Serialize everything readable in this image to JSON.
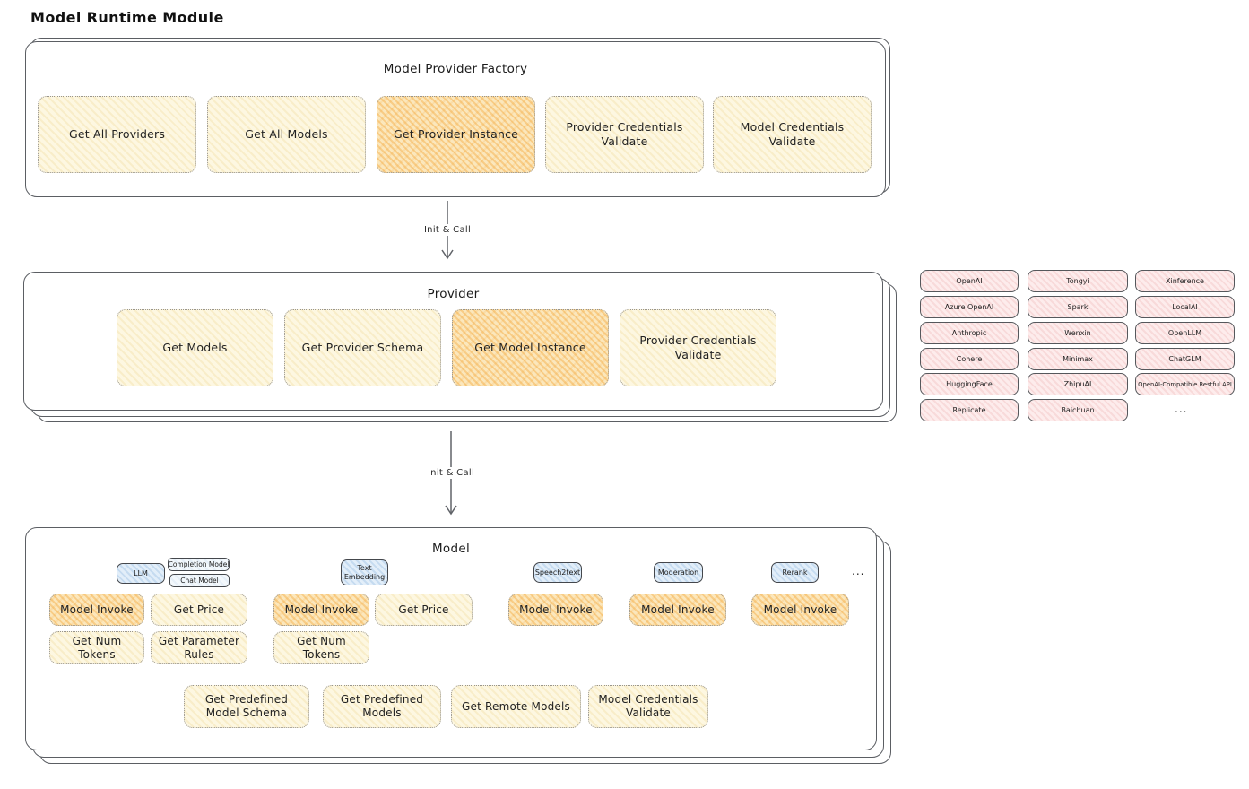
{
  "title": "Model Runtime Module",
  "factory": {
    "title": "Model Provider Factory",
    "buttons": [
      {
        "label": "Get All Providers",
        "highlighted": false
      },
      {
        "label": "Get All Models",
        "highlighted": false
      },
      {
        "label": "Get Provider Instance",
        "highlighted": true
      },
      {
        "label": "Provider Credentials Validate",
        "highlighted": false
      },
      {
        "label": "Model Credentials Validate",
        "highlighted": false
      }
    ]
  },
  "arrows": [
    {
      "label": "Init & Call"
    },
    {
      "label": "Init & Call"
    }
  ],
  "provider": {
    "title": "Provider",
    "buttons": [
      {
        "label": "Get Models",
        "highlighted": false
      },
      {
        "label": "Get Provider Schema",
        "highlighted": false
      },
      {
        "label": "Get Model Instance",
        "highlighted": true
      },
      {
        "label": "Provider Credentials Validate",
        "highlighted": false
      }
    ]
  },
  "provider_list": {
    "items": [
      "OpenAI",
      "Tongyi",
      "Xinference",
      "Azure OpenAI",
      "Spark",
      "LocalAI",
      "Anthropic",
      "Wenxin",
      "OpenLLM",
      "Cohere",
      "Minimax",
      "ChatGLM",
      "HuggingFace",
      "ZhipuAI",
      "OpenAI-Compatible Restful API",
      "Replicate",
      "Baichuan"
    ],
    "more": "..."
  },
  "model": {
    "title": "Model",
    "tabs": [
      {
        "label": "LLM",
        "style": "blue"
      },
      {
        "label": "Completion Model",
        "style": "plain"
      },
      {
        "label": "Chat Model",
        "style": "plain"
      },
      {
        "label": "Text Embedding",
        "style": "blue"
      },
      {
        "label": "Speech2text",
        "style": "blue"
      },
      {
        "label": "Moderation",
        "style": "blue"
      },
      {
        "label": "Rerank",
        "style": "blue"
      }
    ],
    "tabs_more": "...",
    "buttons": [
      {
        "label": "Model Invoke",
        "highlighted": true
      },
      {
        "label": "Get Price",
        "highlighted": false
      },
      {
        "label": "Get Num Tokens",
        "highlighted": false
      },
      {
        "label": "Get Parameter Rules",
        "highlighted": false
      },
      {
        "label": "Model Invoke",
        "highlighted": true
      },
      {
        "label": "Get Price",
        "highlighted": false
      },
      {
        "label": "Get Num Tokens",
        "highlighted": false
      },
      {
        "label": "Model Invoke",
        "highlighted": true
      },
      {
        "label": "Model Invoke",
        "highlighted": true
      },
      {
        "label": "Model Invoke",
        "highlighted": true
      },
      {
        "label": "Get Predefined Model Schema",
        "highlighted": false
      },
      {
        "label": "Get Predefined Models",
        "highlighted": false
      },
      {
        "label": "Get Remote Models",
        "highlighted": false
      },
      {
        "label": "Model Credentials Validate",
        "highlighted": false
      }
    ]
  },
  "colors": {
    "node_yellow": "#fdf7e1",
    "node_highlight_orange": "#fbe7bc",
    "provider_chip_pink": "#fdecec",
    "tab_blue": "#e2eef9",
    "stroke_dark": "#55585c",
    "background": "#ffffff"
  }
}
